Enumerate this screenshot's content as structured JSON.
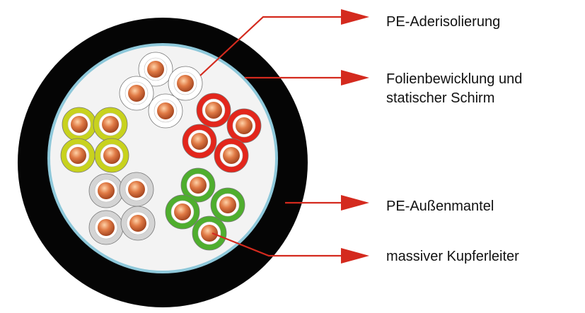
{
  "colors": {
    "jacket": "#050505",
    "shield": "#8ec8da",
    "core_fill": "#f2f2f2",
    "copper": "#cf6a3a",
    "arrow": "#d42a1e"
  },
  "labels": [
    {
      "lines": [
        "PE-Aderisolierung"
      ]
    },
    {
      "lines": [
        "Folienbewicklung und",
        "statischer Schirm"
      ]
    },
    {
      "lines": [
        "PE-Außenmantel"
      ]
    },
    {
      "lines": [
        "massiver Kupferleiter"
      ]
    }
  ],
  "wire_groups": [
    {
      "color_name": "white",
      "insulation": "#ffffff"
    },
    {
      "color_name": "yellow-green",
      "insulation": "#c8d21e"
    },
    {
      "color_name": "red",
      "insulation": "#e3261c"
    },
    {
      "color_name": "grey",
      "insulation": "#d4d4d4"
    },
    {
      "color_name": "green",
      "insulation": "#4fae2e"
    }
  ]
}
